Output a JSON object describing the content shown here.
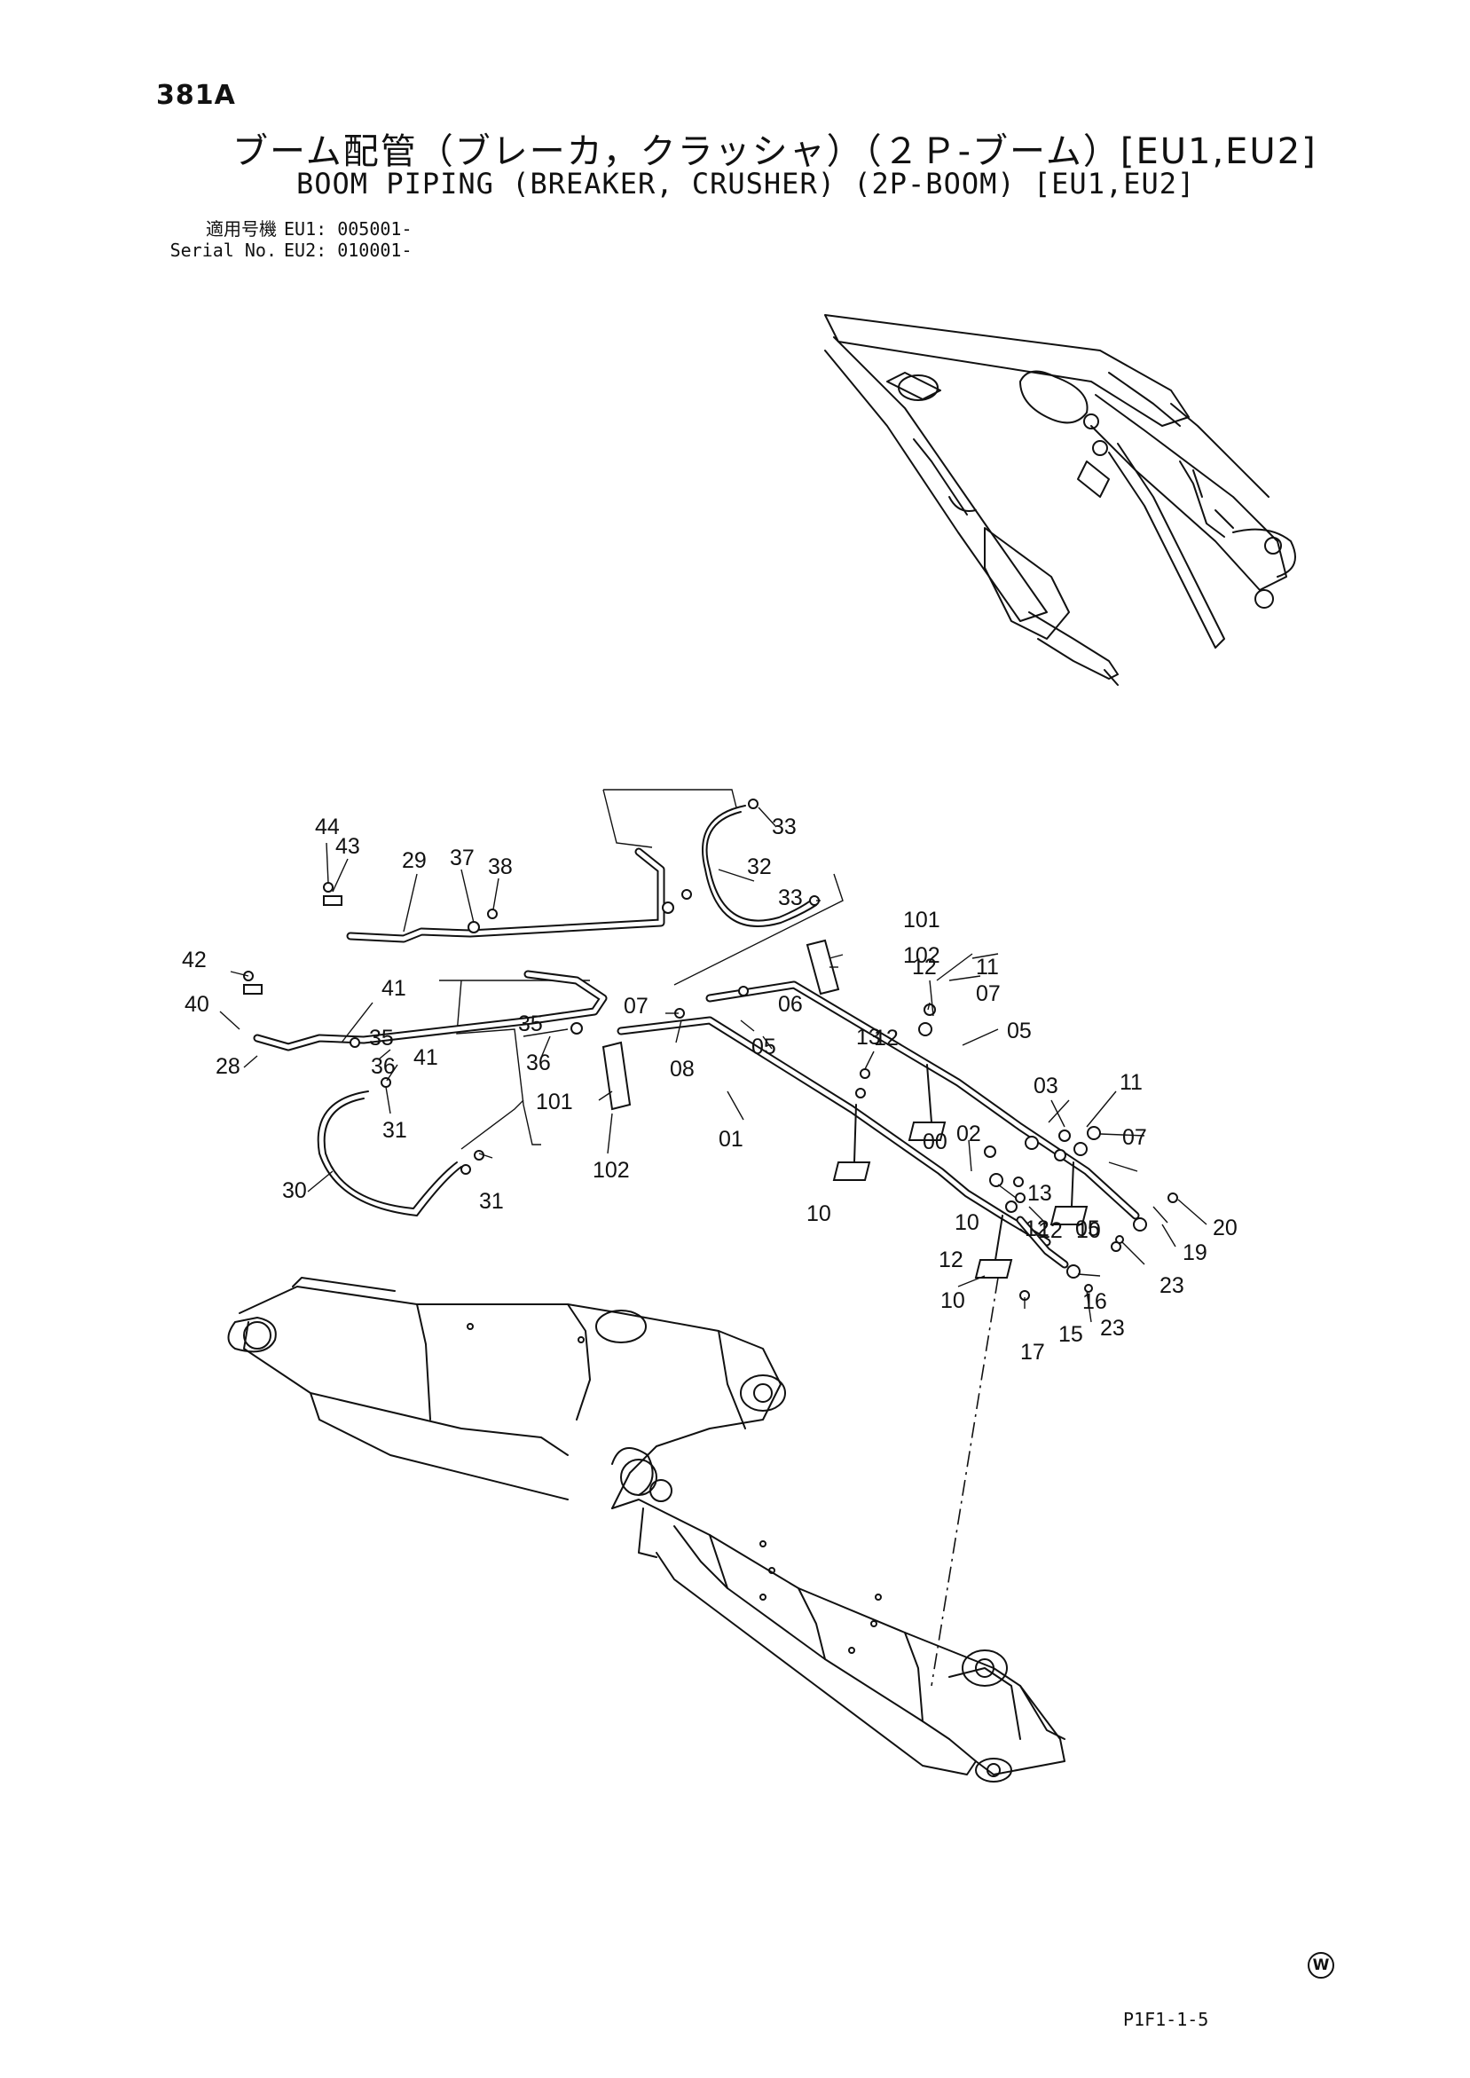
{
  "header": {
    "page_code": "381A",
    "title_ja": "ブーム配管（ブレーカ，クラッシャ）（２Ｐ-ブーム）[EU1,EU2]",
    "title_en": "BOOM PIPING (BREAKER, CRUSHER) (2P-BOOM) [EU1,EU2]",
    "serial": [
      {
        "label": "適用号機",
        "value": "EU1: 005001-"
      },
      {
        "label": "Serial No.",
        "value": "EU2: 010001-"
      }
    ]
  },
  "callouts": [
    "44",
    "43",
    "29",
    "37",
    "38",
    "33",
    "32",
    "33",
    "101",
    "102",
    "42",
    "40",
    "41",
    "28",
    "41",
    "35",
    "36",
    "35",
    "36",
    "31",
    "30",
    "31",
    "07",
    "08",
    "06",
    "05",
    "101",
    "102",
    "12",
    "11",
    "07",
    "13",
    "05",
    "12",
    "01",
    "00",
    "10",
    "03",
    "11",
    "07",
    "02",
    "13",
    "12",
    "12",
    "10",
    "05",
    "12",
    "10",
    "20",
    "19",
    "23",
    "16",
    "15",
    "23",
    "17",
    "10"
  ],
  "footer": {
    "doc_code": "P1F1-1-5",
    "mark": "W"
  }
}
